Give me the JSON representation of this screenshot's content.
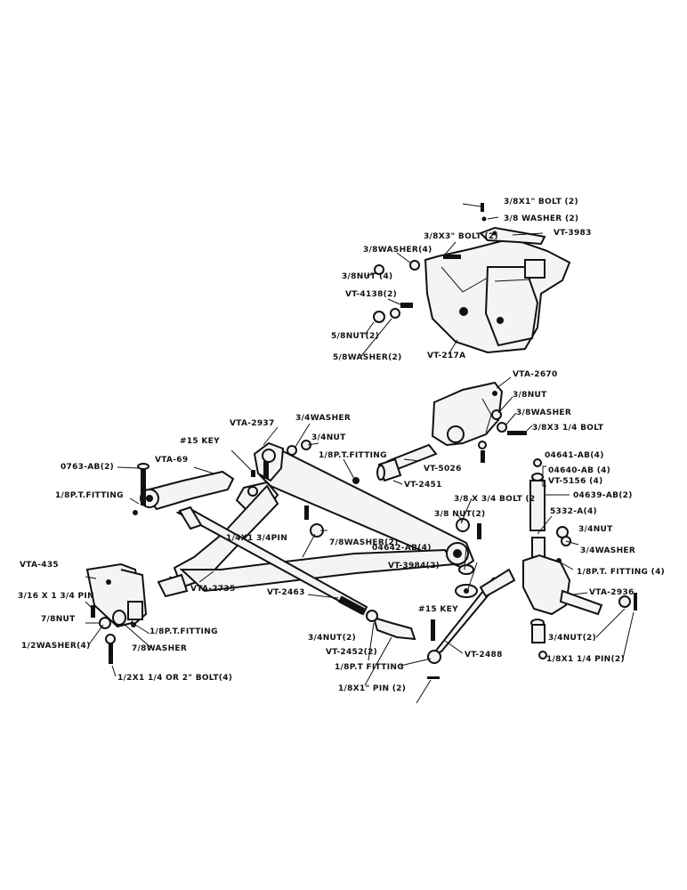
{
  "diagram": {
    "colors": {
      "ink": "#111111",
      "paper": "#ffffff",
      "part_fill": "#f4f4f4"
    },
    "labels": {
      "l1": "3/8X1\" BOLT (2)",
      "l2": "3/8 WASHER (2)",
      "l3": "3/8X3\" BOLT (2)",
      "l4": "VT-3983",
      "l5": "3/8WASHER(4)",
      "l6": "3/8NUT (4)",
      "l7": "VT-4138(2)",
      "l8": "5/8NUT(2)",
      "l9": "5/8WASHER(2)",
      "l10": "VT-217A",
      "l11": "VTA-2670",
      "l12": "3/8NUT",
      "l13": "3/8WASHER",
      "l14": "3/8X3 1/4 BOLT",
      "l15": "VTA-2937",
      "l16": "3/4WASHER",
      "l17": "3/4NUT",
      "l18": "#15 KEY",
      "l19": "VTA-69",
      "l20": "1/8P.T.FITTING",
      "l21": "0763-AB(2)",
      "l22": "VT-5026",
      "l23": "VT-2451",
      "l24": "04641-AB(4)",
      "l25": "04640-AB (4)",
      "l26": "VT-5156 (4)",
      "l27": "1/8P.T.FITTING",
      "l28": "3/8 X 3/4 BOLT (2",
      "l29": "04639-AB(2)",
      "l30": "3/8 NUT(2)",
      "l31": "5332-A(4)",
      "l32": "3/4NUT",
      "l33": "1/4X1 3/4PIN",
      "l34": "7/8WASHER(2)",
      "l35": "3/4WASHER",
      "l36": "VTA-435",
      "l37": "04642-AB(4)",
      "l38": "1/8P.T. FITTING (4)",
      "l39": "VT-3984(2)",
      "l40": "VTA-2936",
      "l41": "3/16 X 1 3/4 PIN",
      "l42": "VTA-2735",
      "l43": "VT-2463",
      "l44": "#15 KEY",
      "l45": "7/8NUT",
      "l46": "1/8P.T.FITTING",
      "l47": "3/4NUT(2)",
      "l48": "3/4NUT(2)",
      "l49": "1/2WASHER(4)",
      "l50": "7/8WASHER",
      "l51": "VT-2452(2)",
      "l52": "VT-2488",
      "l53": "1/8X1 1/4 PIN(2)",
      "l54": "1/8P.T FITTING",
      "l55": "1/2X1 1/4 OR 2\" BOLT(4)",
      "l56": "1/8X1\" PIN (2)"
    }
  }
}
